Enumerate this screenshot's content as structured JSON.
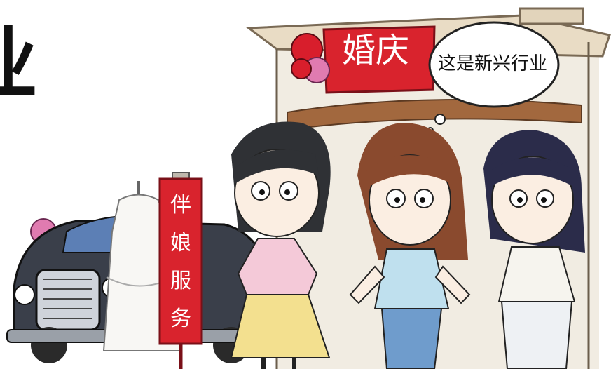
{
  "headline": "业",
  "wedding_banner": "婚庆",
  "speech_bubble": "这是新兴行业",
  "bridesmaid_sign": "伴娘服务",
  "colors": {
    "banner_red": "#d9232d",
    "balloon_red": "#d81e2c",
    "balloon_pink": "#e07bb0",
    "car_body": "#3a3f4a",
    "wall": "#f1ece2"
  },
  "icons": [
    "wedding-car",
    "wedding-dress",
    "balloon",
    "speech-bubble"
  ]
}
